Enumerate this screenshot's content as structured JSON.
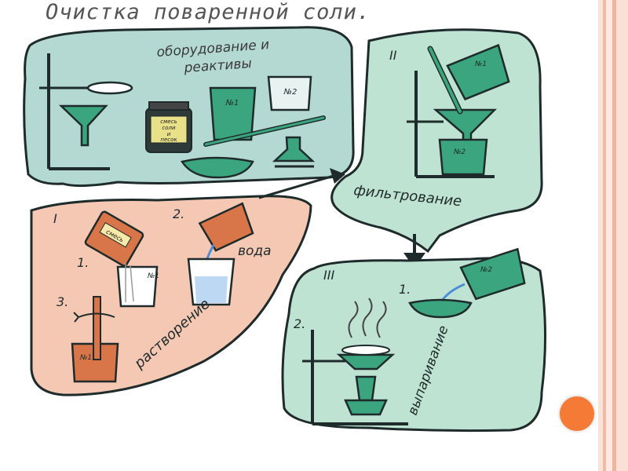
{
  "slide": {
    "title": "Очистка поваренной соли.",
    "accent_color": "#f47a36"
  },
  "panels": {
    "equipment": {
      "label_line1": "оборудование и",
      "label_line2": "реактивы",
      "jar_label": [
        "смесь",
        "соли",
        "и",
        "песок"
      ],
      "beaker1_label": "№1",
      "beaker2_label": "№2"
    },
    "dissolution": {
      "roman": "I",
      "step1": "1.",
      "step2": "2.",
      "step3": "3.",
      "water_label": "вода",
      "mix_label": "смесь",
      "beaker_label": "№1",
      "stage_label": "растворение"
    },
    "filtration": {
      "roman": "II",
      "beaker1_label": "№1",
      "beaker2_label": "№2",
      "stage_label": "фильтрование"
    },
    "evaporation": {
      "roman": "III",
      "step1": "1.",
      "step2": "2.",
      "beaker_label": "№2",
      "stage_label": "выпаривание"
    }
  }
}
